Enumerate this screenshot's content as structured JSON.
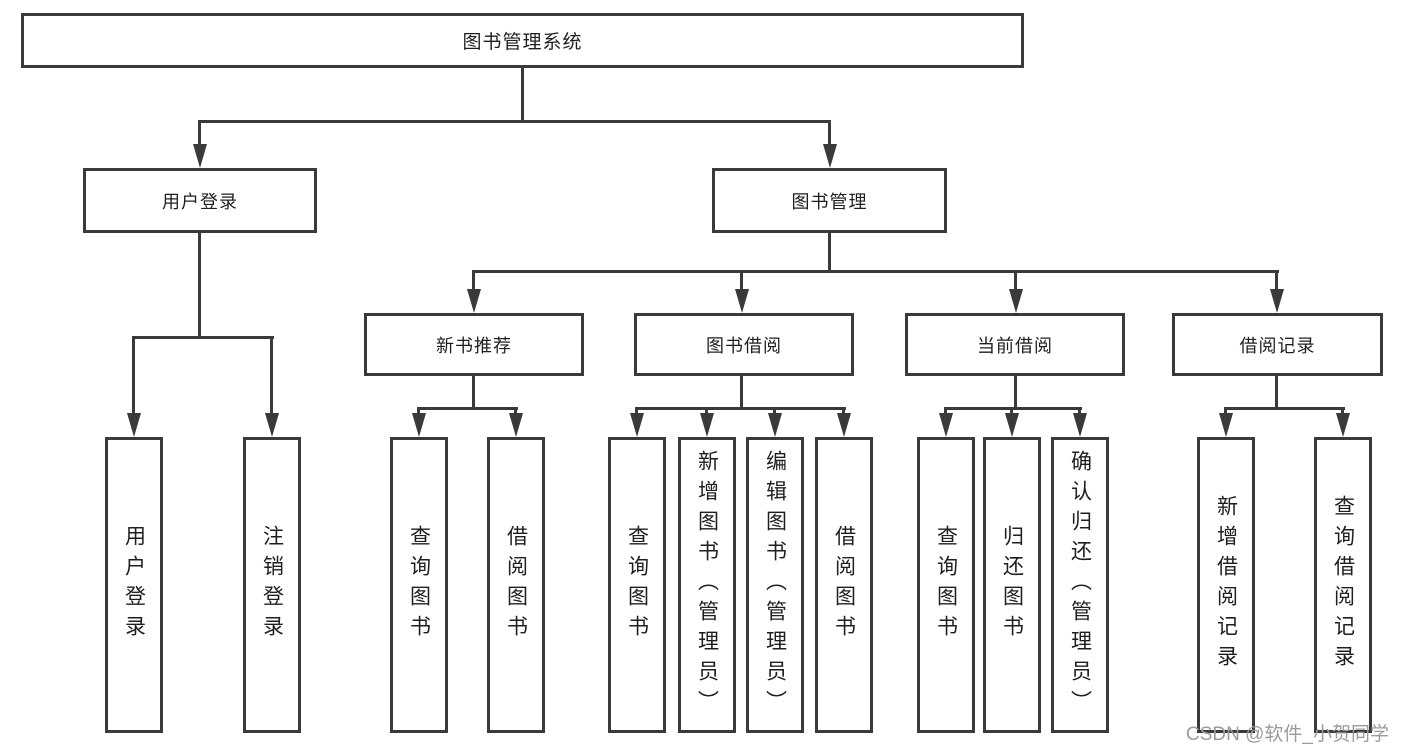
{
  "tree": {
    "root": {
      "label": "图书管理系统"
    },
    "branches": [
      {
        "label": "用户登录",
        "children": [
          {
            "label": "用户登录"
          },
          {
            "label": "注销登录"
          }
        ]
      },
      {
        "label": "图书管理",
        "children": [
          {
            "label": "新书推荐",
            "children": [
              {
                "label": "查询图书"
              },
              {
                "label": "借阅图书"
              }
            ]
          },
          {
            "label": "图书借阅",
            "children": [
              {
                "label": "查询图书"
              },
              {
                "label": "新增图书（管理员）"
              },
              {
                "label": "编辑图书（管理员）"
              },
              {
                "label": "借阅图书"
              }
            ]
          },
          {
            "label": "当前借阅",
            "children": [
              {
                "label": "查询图书"
              },
              {
                "label": "归还图书"
              },
              {
                "label": "确认归还（管理员）"
              }
            ]
          },
          {
            "label": "借阅记录",
            "children": [
              {
                "label": "新增借阅记录"
              },
              {
                "label": "查询借阅记录"
              }
            ]
          }
        ]
      }
    ]
  },
  "watermark": "CSDN @软件_小贺同学",
  "colors": {
    "line": "#3a3a3a",
    "text": "#1f1f1f",
    "watermark": "#9b9b9b",
    "background": "#ffffff"
  }
}
